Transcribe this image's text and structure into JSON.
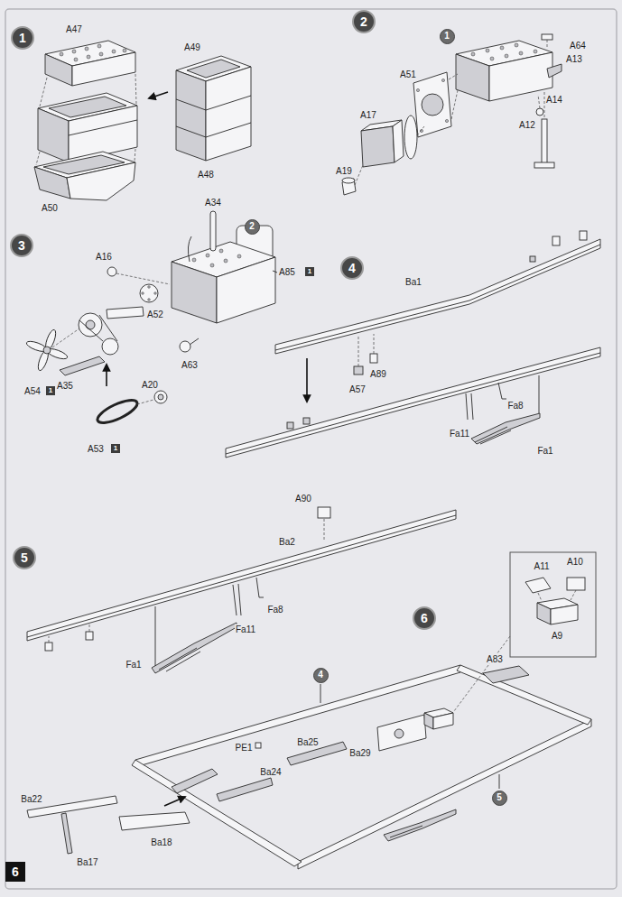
{
  "diagram": {
    "nodes": [
      {
        "text": [
          "1"
        ]
      },
      {
        "text": [
          "2"
        ]
      },
      {
        "text": [
          "1"
        ]
      },
      {
        "text": [
          "3"
        ]
      },
      {
        "text": [
          "2"
        ]
      },
      {
        "text": [
          "1"
        ]
      },
      {
        "text": [
          "1"
        ]
      },
      {
        "text": [
          "1"
        ]
      },
      {
        "text": [
          "4"
        ]
      },
      {
        "text": [
          "5"
        ]
      },
      {
        "text": [
          "6"
        ]
      },
      {
        "text": [
          "4"
        ]
      },
      {
        "text": [
          "5"
        ]
      },
      {
        "text": [
          "6"
        ]
      }
    ],
    "edges": [],
    "labels": [
      "A47",
      "A49",
      "A50",
      "A48",
      "A64",
      "A13",
      "A51",
      "A17",
      "A14",
      "A19",
      "A12",
      "A34",
      "A16",
      "A85",
      "A52",
      "A54",
      "A35",
      "A63",
      "A20",
      "A53",
      "Ba1",
      "A89",
      "A57",
      "Fa8",
      "Fa11",
      "Fa1",
      "A90",
      "Ba2",
      "Fa11",
      "Fa8",
      "Fa1",
      "A11",
      "A10",
      "A9",
      "A83",
      "PE1",
      "Ba25",
      "Ba29",
      "Ba24",
      "Ba22",
      "Ba18",
      "Ba17"
    ]
  }
}
